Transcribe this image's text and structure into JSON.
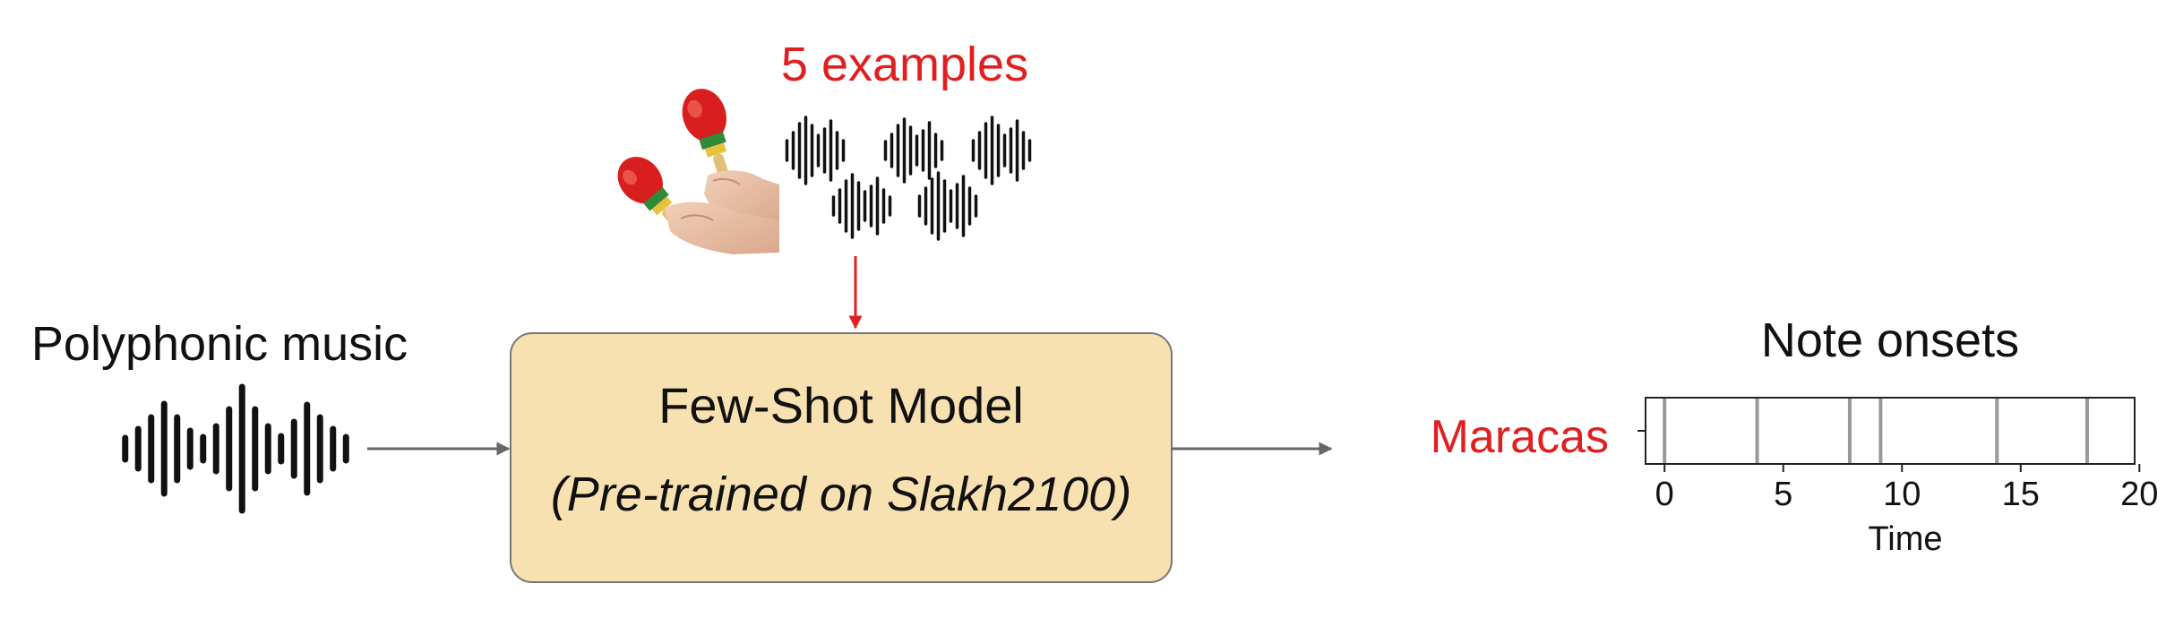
{
  "examples_label": "5 examples",
  "input_label": "Polyphonic music",
  "model": {
    "title": "Few-Shot Model",
    "subtitle": "(Pre-trained on Slakh2100)"
  },
  "output": {
    "title": "Note onsets",
    "instrument": "Maracas",
    "xlabel": "Time",
    "ticks": [
      "0",
      "5",
      "10",
      "15",
      "20"
    ]
  },
  "colors": {
    "accent": "#e02020",
    "box_fill": "#f8e1b0",
    "box_stroke": "#777777",
    "arrow": "#666666",
    "onset": "#999999"
  },
  "icons": [
    "maracas-image",
    "waveform-icon"
  ],
  "chart_data": {
    "type": "event",
    "categories": [
      "Maracas"
    ],
    "xlabel": "Time",
    "xlim": [
      -0.8,
      19.8
    ],
    "xticks": [
      0,
      5,
      10,
      15,
      20
    ],
    "onsets": [
      0.0,
      3.9,
      7.8,
      9.1,
      14.0,
      17.8
    ]
  }
}
